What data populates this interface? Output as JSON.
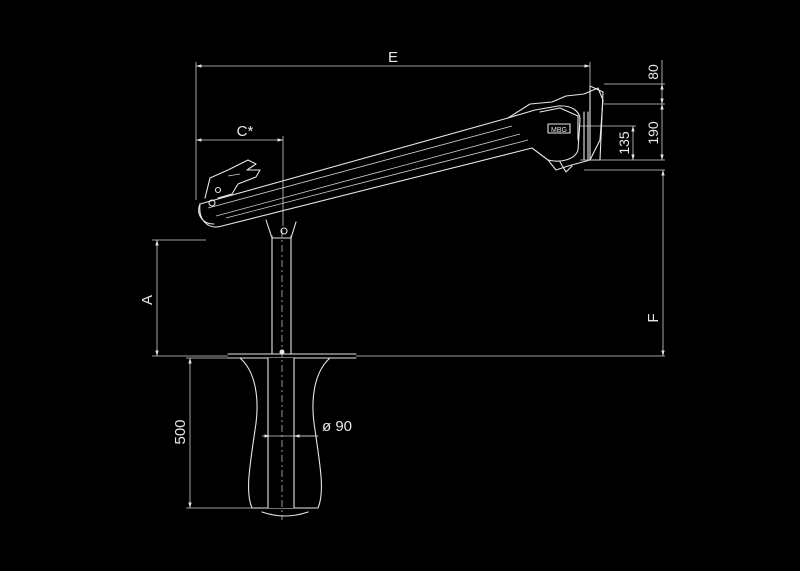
{
  "drawing": {
    "background": "#000000",
    "line_color": "#e6e6e6",
    "dimensions": {
      "E": "E",
      "C": "C*",
      "A": "A",
      "F": "F",
      "d80": "80",
      "d190": "190",
      "d135": "135",
      "d500": "500",
      "dia": "ø 90"
    },
    "boom_logo": "MBG"
  }
}
